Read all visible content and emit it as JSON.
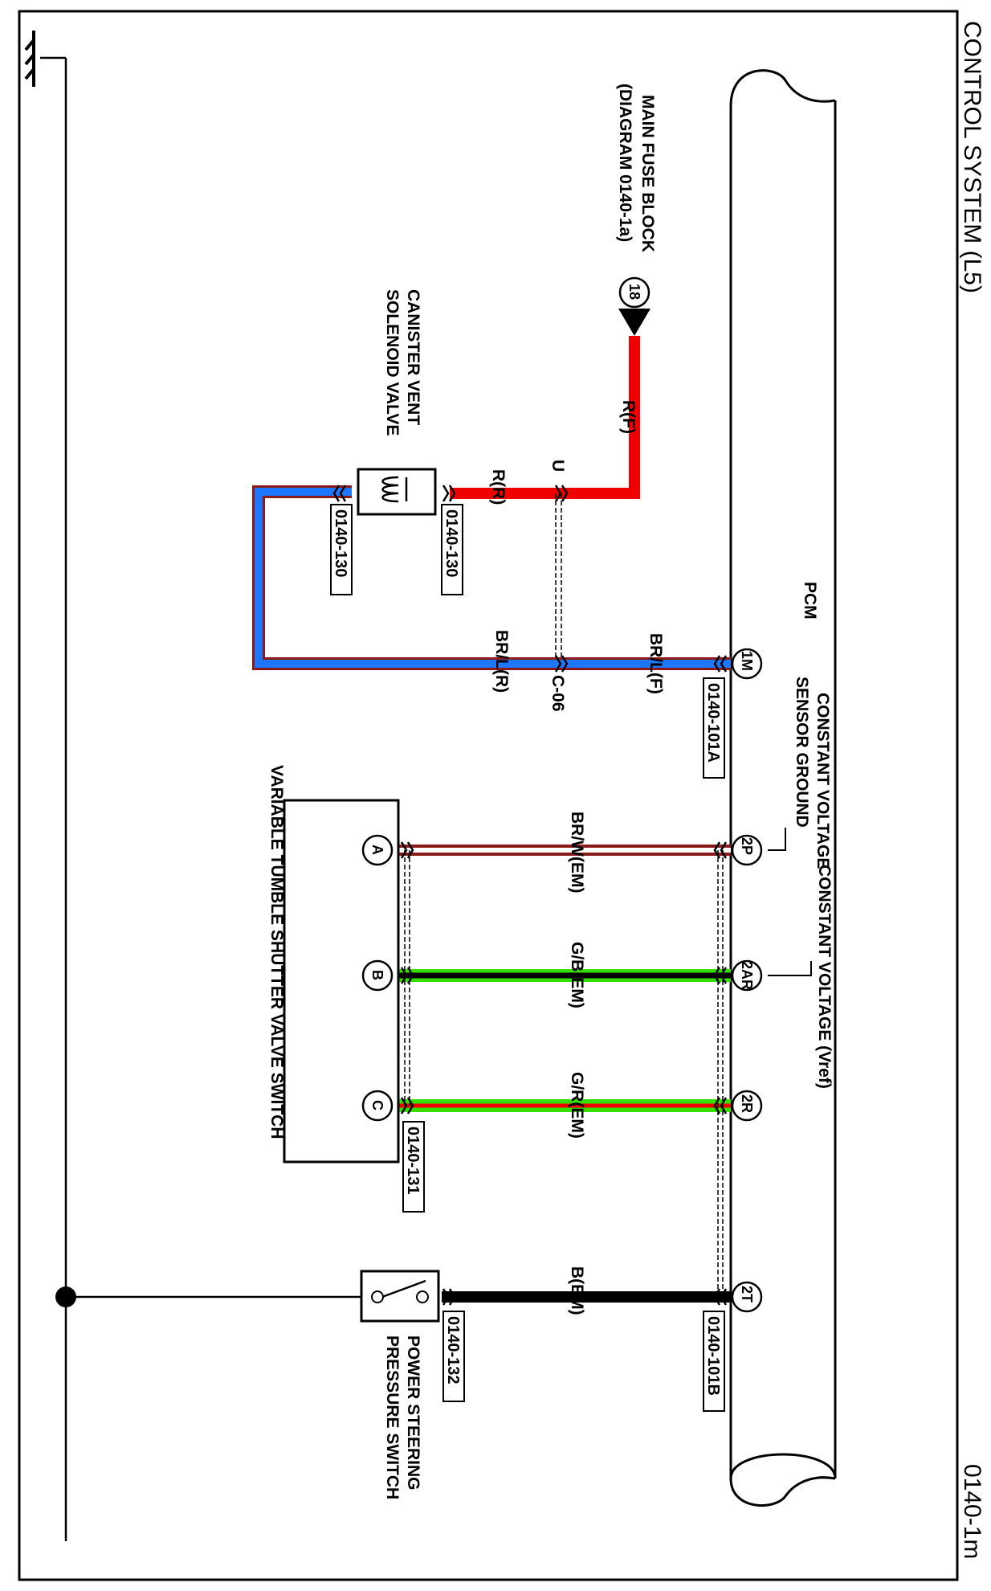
{
  "page": {
    "title": "CONTROL SYSTEM (L5)",
    "page_code": "0140-1m"
  },
  "components": {
    "pcm": "PCM",
    "main_fuse_line1": "MAIN FUSE BLOCK",
    "main_fuse_line2": "(DIAGRAM 0140-1a)",
    "fuse_number": "18",
    "canister_line1": "CANISTER VENT",
    "canister_line2": "SOLENOID VALVE",
    "tumble": "VARIABLE TUMBLE SHUTTER VALVE SWITCH",
    "ps_line1": "POWER STEERING",
    "ps_line2": "PRESSURE SWITCH",
    "cv_line1": "CONSTANT VOLTAGE",
    "cv_line2": "SENSOR GROUND",
    "vref": "CONSTANT VOLTAGE (Vref)"
  },
  "connectors": {
    "c1": "0140-101A",
    "c2": "0140-101B",
    "c3": "0140-130",
    "c4": "0140-130",
    "c5": "0140-131",
    "c6": "0140-132",
    "joint": "C-06"
  },
  "pins": {
    "p1": "1M",
    "p2": "2P",
    "p3": "2AR",
    "p4": "2R",
    "p5": "2T",
    "a": "A",
    "b": "B",
    "c": "C"
  },
  "wires": {
    "rf": "R(F)",
    "u": "U",
    "rr": "R(R)",
    "brlf": "BR/L(F)",
    "brlr": "BR/L(R)",
    "brw": "BR/W(EM)",
    "gb": "G/B(EM)",
    "gr": "G/R(EM)",
    "b": "B(EM)"
  },
  "colors": {
    "red": "#f00000",
    "blue": "#1e78ff",
    "green": "#35e000",
    "brown": "#8b1a1a",
    "black": "#000000"
  }
}
